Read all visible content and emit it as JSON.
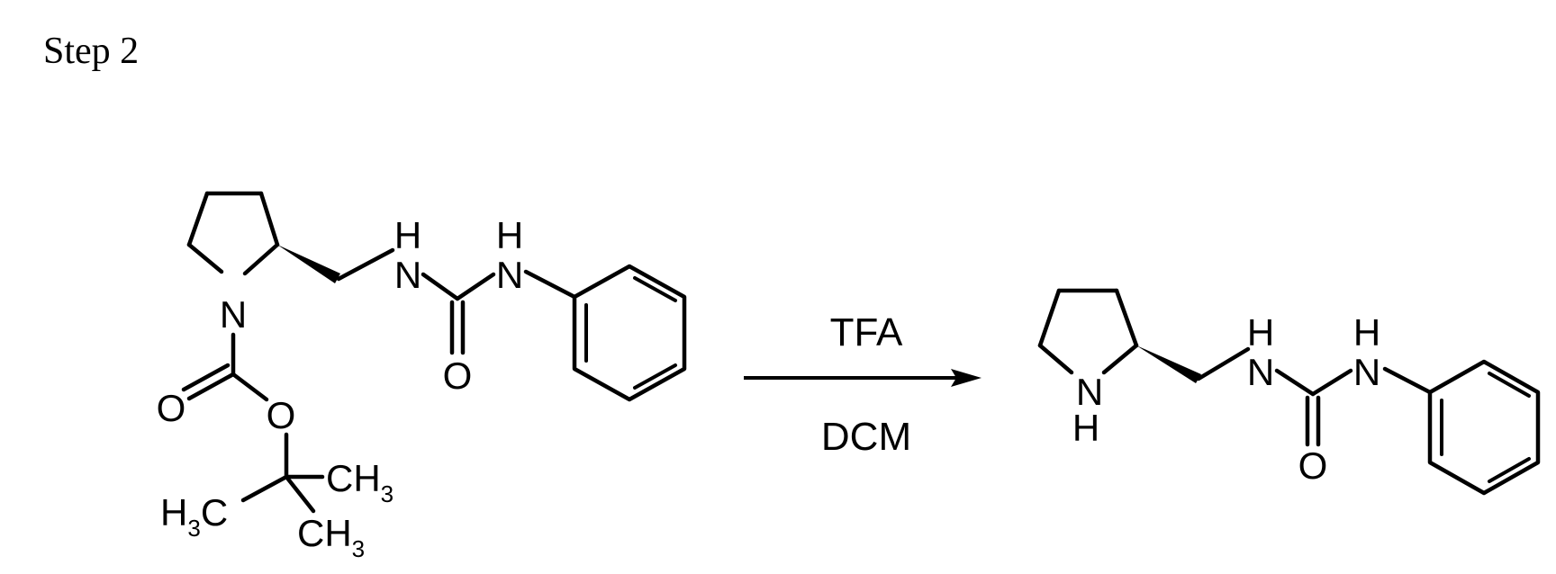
{
  "title": "Step 2",
  "reaction": {
    "reagent_above": "TFA",
    "reagent_below": "DCM"
  },
  "reactant": {
    "labels": {
      "n_ring": "N",
      "h_nh1": "H",
      "n_nh1": "N",
      "h_nh2": "H",
      "n_nh2": "N",
      "o_urea": "O",
      "o_carbonyl": "O",
      "o_ester": "O",
      "ch3_right": "CH",
      "ch3_right_sub": "3",
      "h3c_left_h": "H",
      "h3c_left_sub": "3",
      "h3c_left_c": "C",
      "ch3_bottom": "CH",
      "ch3_bottom_sub": "3"
    }
  },
  "product": {
    "labels": {
      "n_ring": "N",
      "h_ring": "H",
      "h_nh1": "H",
      "n_nh1": "N",
      "h_nh2": "H",
      "n_nh2": "N",
      "o_urea": "O"
    }
  }
}
